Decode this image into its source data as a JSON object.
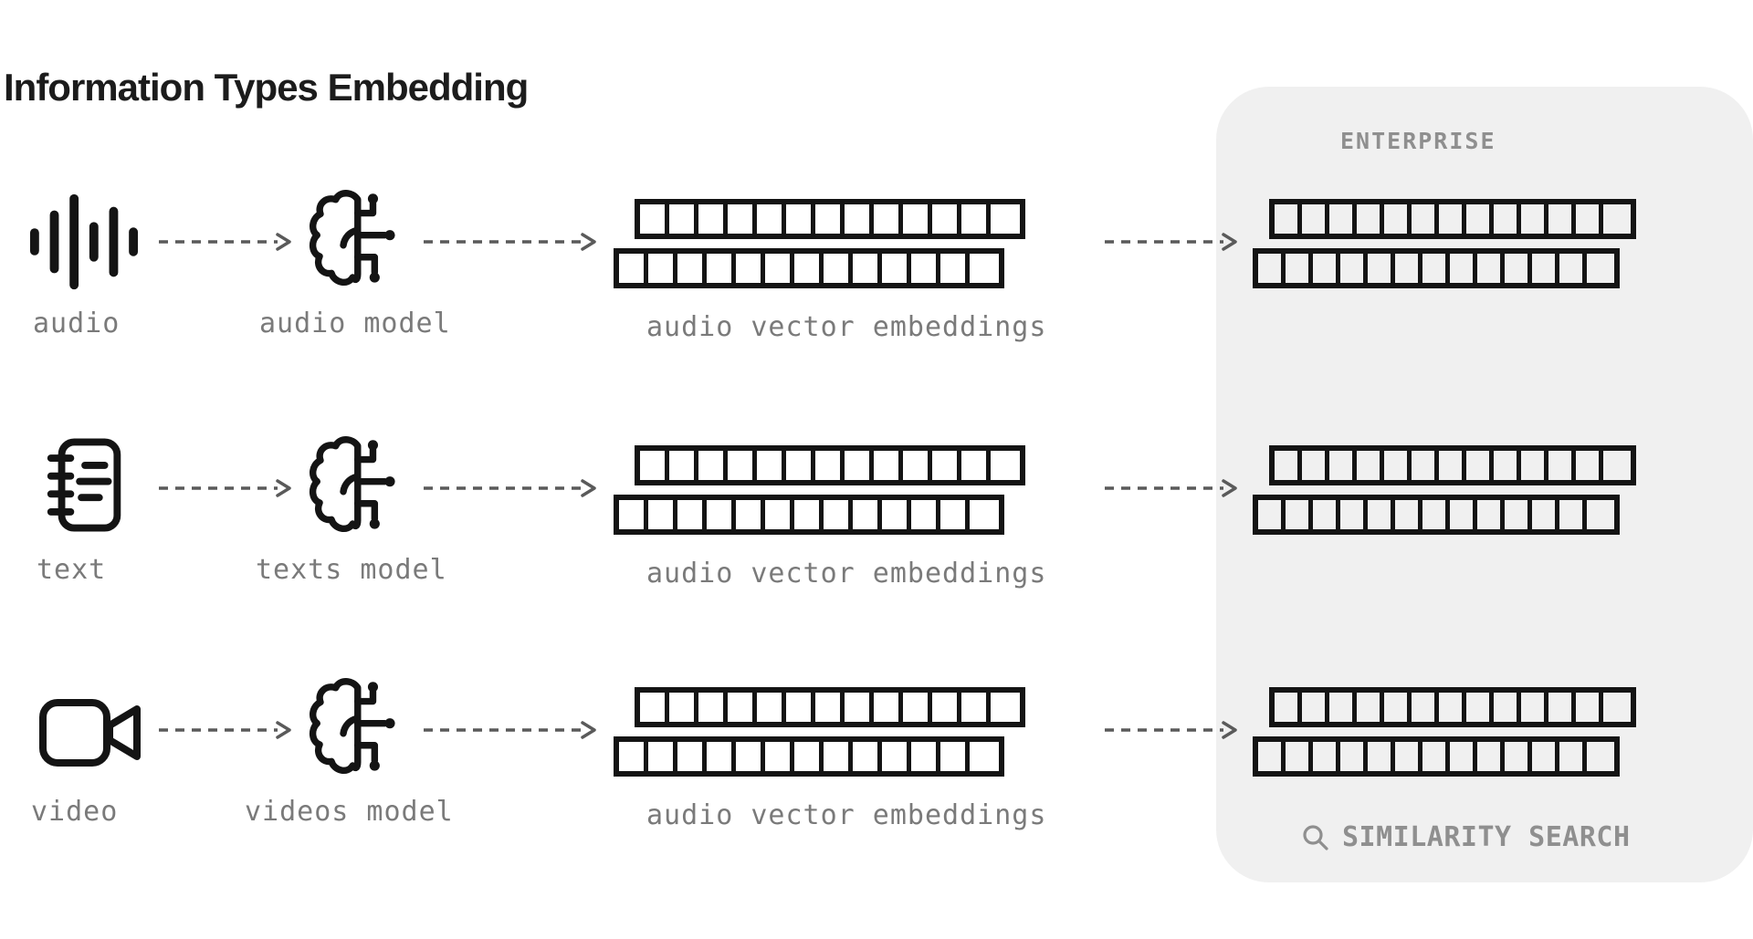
{
  "title": "Information Types Embedding",
  "colors": {
    "ink": "#141414",
    "muted": "#7a7a7a",
    "panel_bg": "#f0f0f0",
    "panel_label": "#8f8f8f",
    "arrow": "#5a5a5a",
    "background": "#ffffff"
  },
  "embedding": {
    "cells_per_bar": 13,
    "bars_per_group": 2
  },
  "rows": [
    {
      "id": "audio",
      "source_icon": "audio-waveform-icon",
      "source_label": "audio",
      "model_icon": "brain-circuit-icon",
      "model_label": "audio model",
      "caption": "audio vector embeddings"
    },
    {
      "id": "text",
      "source_icon": "notebook-icon",
      "source_label": "text",
      "model_icon": "brain-circuit-icon",
      "model_label": "texts model",
      "caption": "audio vector embeddings"
    },
    {
      "id": "video",
      "source_icon": "video-camera-icon",
      "source_label": "video",
      "model_icon": "brain-circuit-icon",
      "model_label": "videos model",
      "caption": "audio vector embeddings"
    }
  ],
  "enterprise": {
    "label": "ENTERPRISE",
    "search_icon": "magnifier-icon",
    "search_label": "SIMILARITY SEARCH"
  }
}
